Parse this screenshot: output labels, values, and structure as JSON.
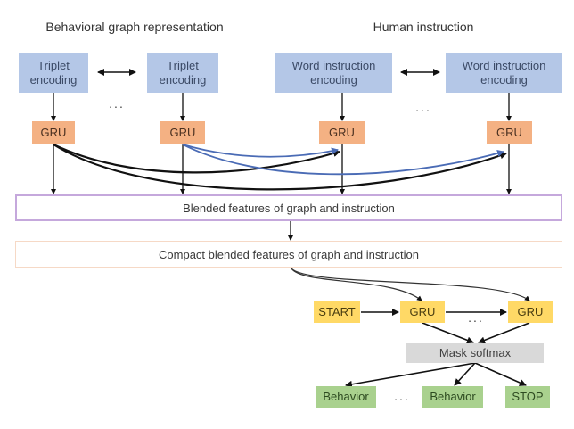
{
  "headers": {
    "graph": "Behavioral graph representation",
    "instruction": "Human instruction"
  },
  "encoders": {
    "triplet_1": "Triplet encoding",
    "triplet_2": "Triplet encoding",
    "word_1": "Word instruction encoding",
    "word_2": "Word instruction encoding"
  },
  "encoder_grus": [
    "GRU",
    "GRU",
    "GRU",
    "GRU"
  ],
  "ellipsis": "...",
  "blended": "Blended features of graph and instruction",
  "compact": "Compact blended features of graph and instruction",
  "decoder": {
    "start": "START",
    "gru_1": "GRU",
    "gru_2": "GRU",
    "mask_softmax": "Mask softmax"
  },
  "outputs": {
    "behavior_1": "Behavior",
    "behavior_2": "Behavior",
    "stop": "STOP"
  },
  "colors": {
    "encoding": "#b4c7e7",
    "gru_encoder": "#f4b183",
    "decoder": "#ffd966",
    "output": "#a9d18e",
    "softmax": "#d9d9d9",
    "blended_border": "#c5a8dc",
    "compact_border": "#f6d9c6",
    "blue_arrow": "#4a6bb5"
  }
}
